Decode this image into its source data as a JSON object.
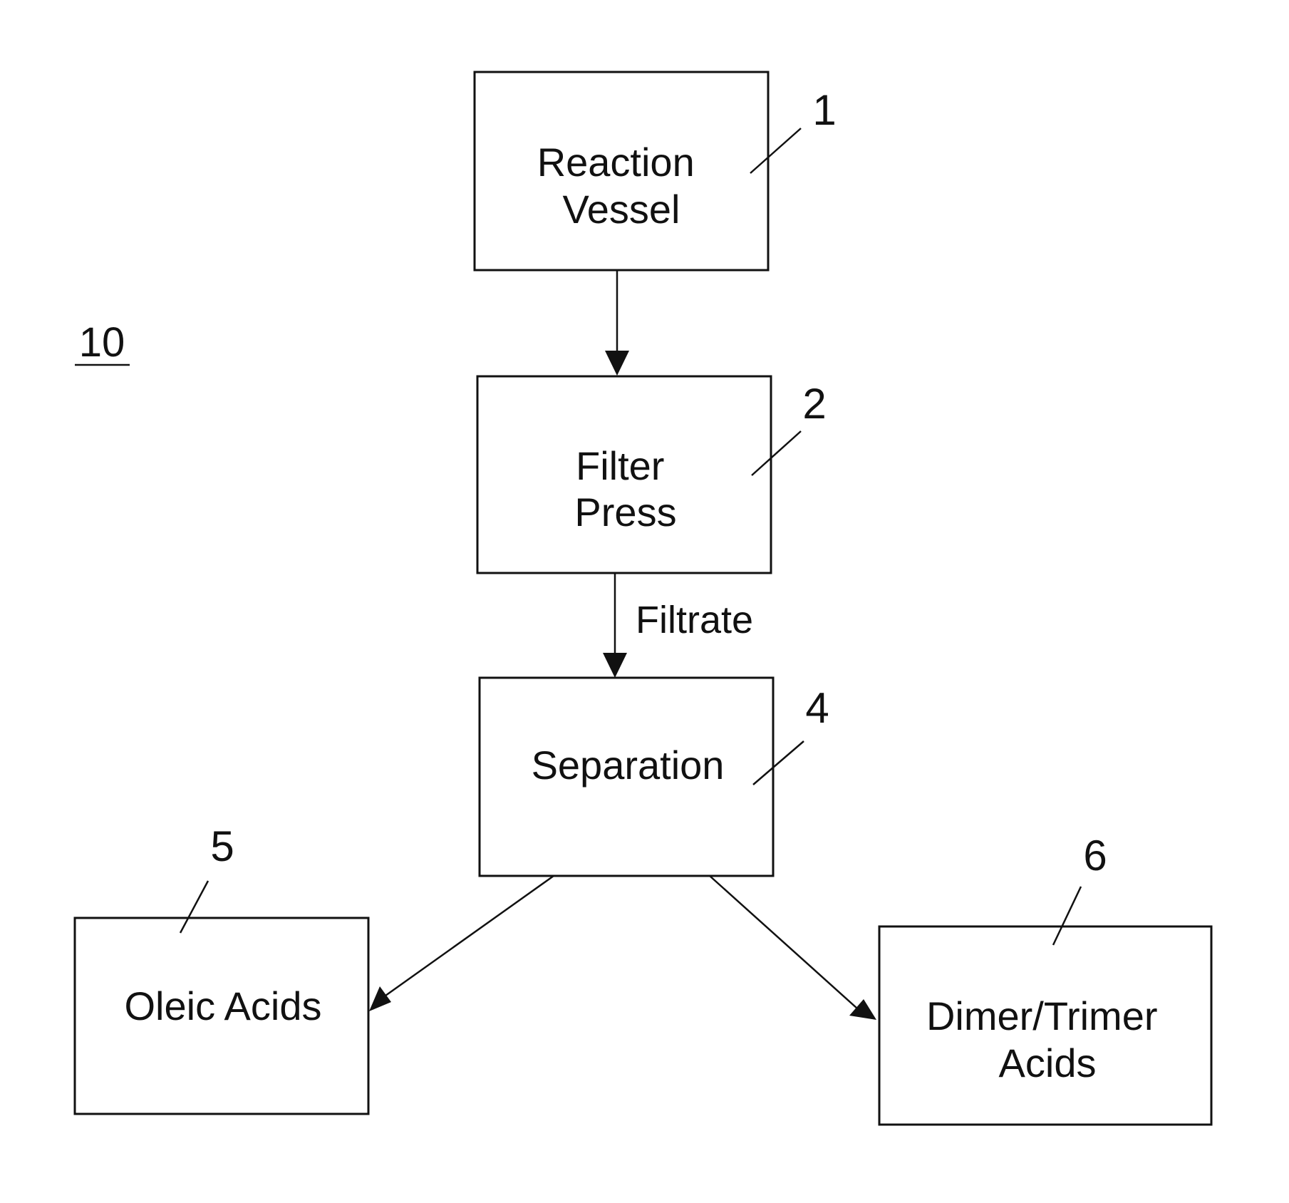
{
  "figure_number": "10",
  "boxes": [
    {
      "id": "reaction-vessel",
      "label_lines": [
        "Reaction",
        "Vessel"
      ],
      "ref": "1"
    },
    {
      "id": "filter-press",
      "label_lines": [
        "Filter",
        "Press"
      ],
      "ref": "2"
    },
    {
      "id": "separation",
      "label_lines": [
        "Separation"
      ],
      "ref": "4"
    },
    {
      "id": "oleic-acids",
      "label_lines": [
        "Oleic Acids"
      ],
      "ref": "5"
    },
    {
      "id": "dimer-trimer-acids",
      "label_lines": [
        "Dimer/Trimer",
        "Acids"
      ],
      "ref": "6"
    }
  ],
  "edges": [
    {
      "from": "reaction-vessel",
      "to": "filter-press",
      "label": ""
    },
    {
      "from": "filter-press",
      "to": "separation",
      "label": "Filtrate"
    },
    {
      "from": "separation",
      "to": "oleic-acids",
      "label": ""
    },
    {
      "from": "separation",
      "to": "dimer-trimer-acids",
      "label": ""
    }
  ],
  "colors": {
    "stroke": "#111111",
    "background": "#ffffff"
  }
}
